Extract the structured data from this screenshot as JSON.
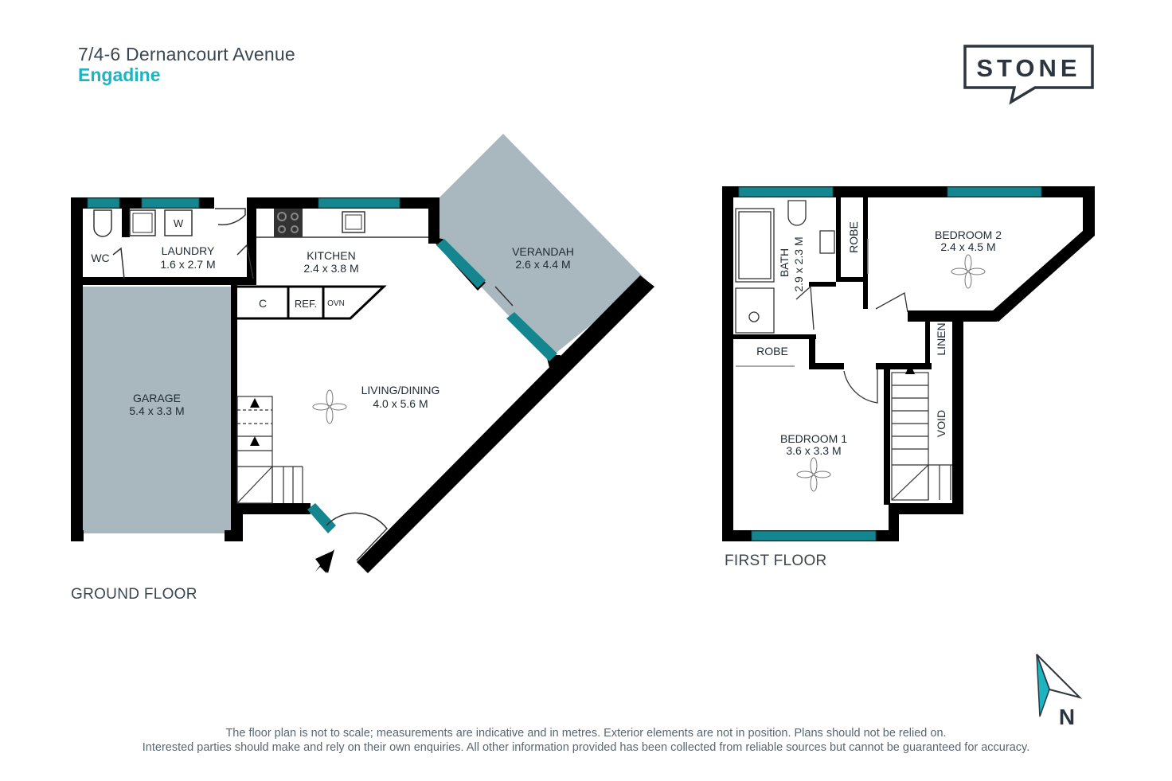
{
  "header": {
    "address": "7/4-6 Dernancourt Avenue",
    "suburb": "Engadine"
  },
  "brand": {
    "logo_text": "STONE",
    "accent_color": "#1db3c1",
    "wall_color": "#000000",
    "outdoor_fill": "#a9b7bf",
    "window_color": "#14868f"
  },
  "ground_floor": {
    "label": "GROUND FLOOR",
    "rooms": {
      "wc": {
        "name": "WC"
      },
      "laundry": {
        "name": "LAUNDRY",
        "dims": "1.6 x 2.7 M"
      },
      "kitchen": {
        "name": "KITCHEN",
        "dims": "2.4 x 3.8 M"
      },
      "verandah": {
        "name": "VERANDAH",
        "dims": "2.6 x 4.4 M"
      },
      "garage": {
        "name": "GARAGE",
        "dims": "5.4 x 3.3 M"
      },
      "living": {
        "name": "LIVING/DINING",
        "dims": "4.0 x 5.6 M"
      }
    },
    "fixtures": {
      "washer": "W",
      "cupboard": "C",
      "fridge": "REF.",
      "oven": "OVN"
    }
  },
  "first_floor": {
    "label": "FIRST FLOOR",
    "rooms": {
      "bath": {
        "name": "BATH",
        "dims": "2.9 x 2.3 M"
      },
      "robe_top": {
        "name": "ROBE"
      },
      "bedroom2": {
        "name": "BEDROOM 2",
        "dims": "2.4 x 4.5 M"
      },
      "linen": {
        "name": "LINEN"
      },
      "robe_mid": {
        "name": "ROBE"
      },
      "bedroom1": {
        "name": "BEDROOM 1",
        "dims": "3.6 x 3.3 M"
      },
      "void": {
        "name": "VOID"
      }
    }
  },
  "compass": {
    "letter": "N"
  },
  "disclaimer": {
    "line1": "The floor plan is not to scale; measurements are indicative and in metres. Exterior elements are not in position. Plans should not be relied on.",
    "line2": "Interested parties should make and rely on their own enquiries. All other information provided has been collected from reliable sources but cannot be guaranteed for accuracy."
  }
}
